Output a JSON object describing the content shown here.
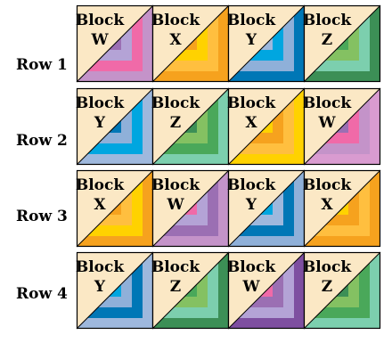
{
  "rows": [
    {
      "label": "Row 1",
      "blocks": [
        {
          "word": "Block",
          "letter": "W",
          "colors": [
            "#9b6fb3",
            "#b4a3d6",
            "#f06aa8",
            "#c493c9"
          ]
        },
        {
          "word": "Block",
          "letter": "X",
          "colors": [
            "#f6a21e",
            "#ffd200",
            "#ffbf3f",
            "#f6a21e"
          ]
        },
        {
          "word": "Block",
          "letter": "Y",
          "colors": [
            "#9eb8dd",
            "#00a6e0",
            "#8fb0d9",
            "#0077b6"
          ]
        },
        {
          "word": "Block",
          "letter": "Z",
          "colors": [
            "#4aa85a",
            "#84c162",
            "#7ccfae",
            "#3c8f56"
          ]
        }
      ]
    },
    {
      "label": "Row 2",
      "blocks": [
        {
          "word": "Block",
          "letter": "Y",
          "colors": [
            "#0077b6",
            "#8fb0d9",
            "#00a6e0",
            "#9eb8dd"
          ]
        },
        {
          "word": "Block",
          "letter": "Z",
          "colors": [
            "#3c8f56",
            "#84c162",
            "#4aa85a",
            "#7ccfae"
          ]
        },
        {
          "word": "Block",
          "letter": "X",
          "colors": [
            "#ffd200",
            "#f6a21e",
            "#ffbf3f",
            "#ffd200"
          ]
        },
        {
          "word": "Block",
          "letter": "W",
          "colors": [
            "#9b6fb3",
            "#f06aa8",
            "#c493c9",
            "#d99bd0"
          ]
        }
      ]
    },
    {
      "label": "Row 3",
      "blocks": [
        {
          "word": "Block",
          "letter": "X",
          "colors": [
            "#f6a21e",
            "#ffbf3f",
            "#ffd200",
            "#f6a21e"
          ]
        },
        {
          "word": "Block",
          "letter": "W",
          "colors": [
            "#f06aa8",
            "#b4a3d6",
            "#9b6fb3",
            "#c493c9"
          ]
        },
        {
          "word": "Block",
          "letter": "Y",
          "colors": [
            "#00a6e0",
            "#9eb8dd",
            "#0077b6",
            "#8fb0d9"
          ]
        },
        {
          "word": "Block",
          "letter": "X",
          "colors": [
            "#ffd200",
            "#f6a21e",
            "#ffbf3f",
            "#f6a21e"
          ]
        }
      ]
    },
    {
      "label": "Row 4",
      "blocks": [
        {
          "word": "Block",
          "letter": "Y",
          "colors": [
            "#00a6e0",
            "#8fb0d9",
            "#0077b6",
            "#9eb8dd"
          ]
        },
        {
          "word": "Block",
          "letter": "Z",
          "colors": [
            "#4aa85a",
            "#84c162",
            "#7ccfae",
            "#3c8f56"
          ]
        },
        {
          "word": "Block",
          "letter": "W",
          "colors": [
            "#f06aa8",
            "#9b6fb3",
            "#b4a3d6",
            "#7e4fa0"
          ]
        },
        {
          "word": "Block",
          "letter": "Z",
          "colors": [
            "#3c8f56",
            "#84c162",
            "#4aa85a",
            "#7ccfae"
          ]
        }
      ]
    }
  ],
  "block_background": "#fbe8c5",
  "outline_color": "#000000"
}
